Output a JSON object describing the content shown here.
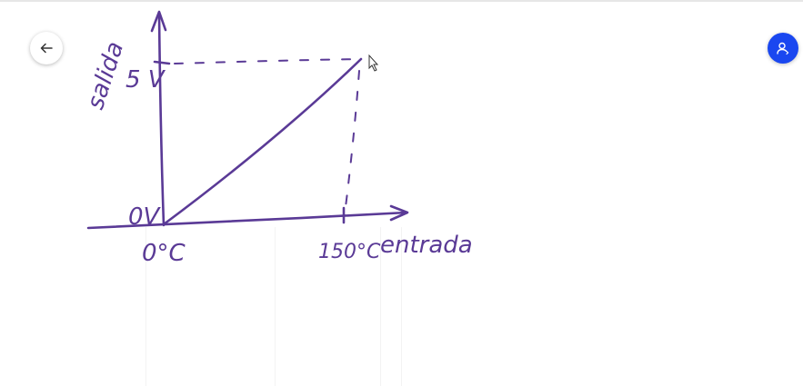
{
  "toolbar": {
    "back_icon": "arrow-left-icon",
    "user_icon": "user-icon",
    "accent": "#1a47f0"
  },
  "sketch": {
    "ink_color": "#5a3a96",
    "y_label": "salida",
    "x_label": "entrada",
    "y_top_label": "5 V",
    "y_origin_label": "0V",
    "x_origin_label": "0°C",
    "x_end_label": "150°C"
  }
}
